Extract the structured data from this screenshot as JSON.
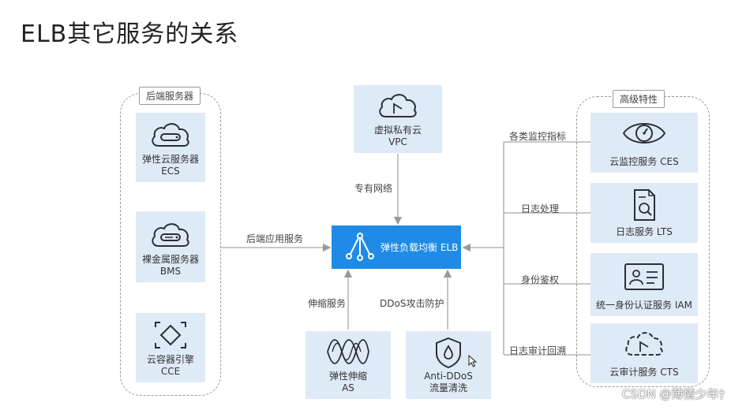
{
  "title": "ELB其它服务的关系",
  "center": {
    "label": "弹性负载均衡 ELB"
  },
  "left_group": {
    "label": "后端服务器",
    "items": [
      {
        "line1": "弹性云服务器",
        "line2": "ECS"
      },
      {
        "line1": "裸金属服务器",
        "line2": "BMS"
      },
      {
        "line1": "云容器引擎",
        "line2": "CCE"
      }
    ]
  },
  "right_group": {
    "label": "高级特性",
    "items": [
      {
        "line1": "云监控服务 CES"
      },
      {
        "line1": "日志服务 LTS"
      },
      {
        "line1": "统一身份认证服务 IAM"
      },
      {
        "line1": "云审计服务 CTS"
      }
    ]
  },
  "top": {
    "line1": "虚拟私有云",
    "line2": "VPC"
  },
  "bottom": [
    {
      "line1": "弹性伸缩",
      "line2": "AS"
    },
    {
      "line1": "Anti-DDoS",
      "line2": "流量清洗"
    }
  ],
  "edges": {
    "backend": "后端应用服务",
    "vpc": "专有网络",
    "as": "伸缩服务",
    "ddos": "DDoS攻击防护",
    "ces": "各类监控指标",
    "lts": "日志处理",
    "iam": "身份鉴权",
    "cts": "日志审计回溯"
  },
  "watermark": "CSDN @薄情少年†",
  "colors": {
    "box_fill": "#dfeaf7",
    "elb_fill": "#1f8be6",
    "icon_stroke": "#2a2f3a",
    "line": "#a8a8a8"
  }
}
